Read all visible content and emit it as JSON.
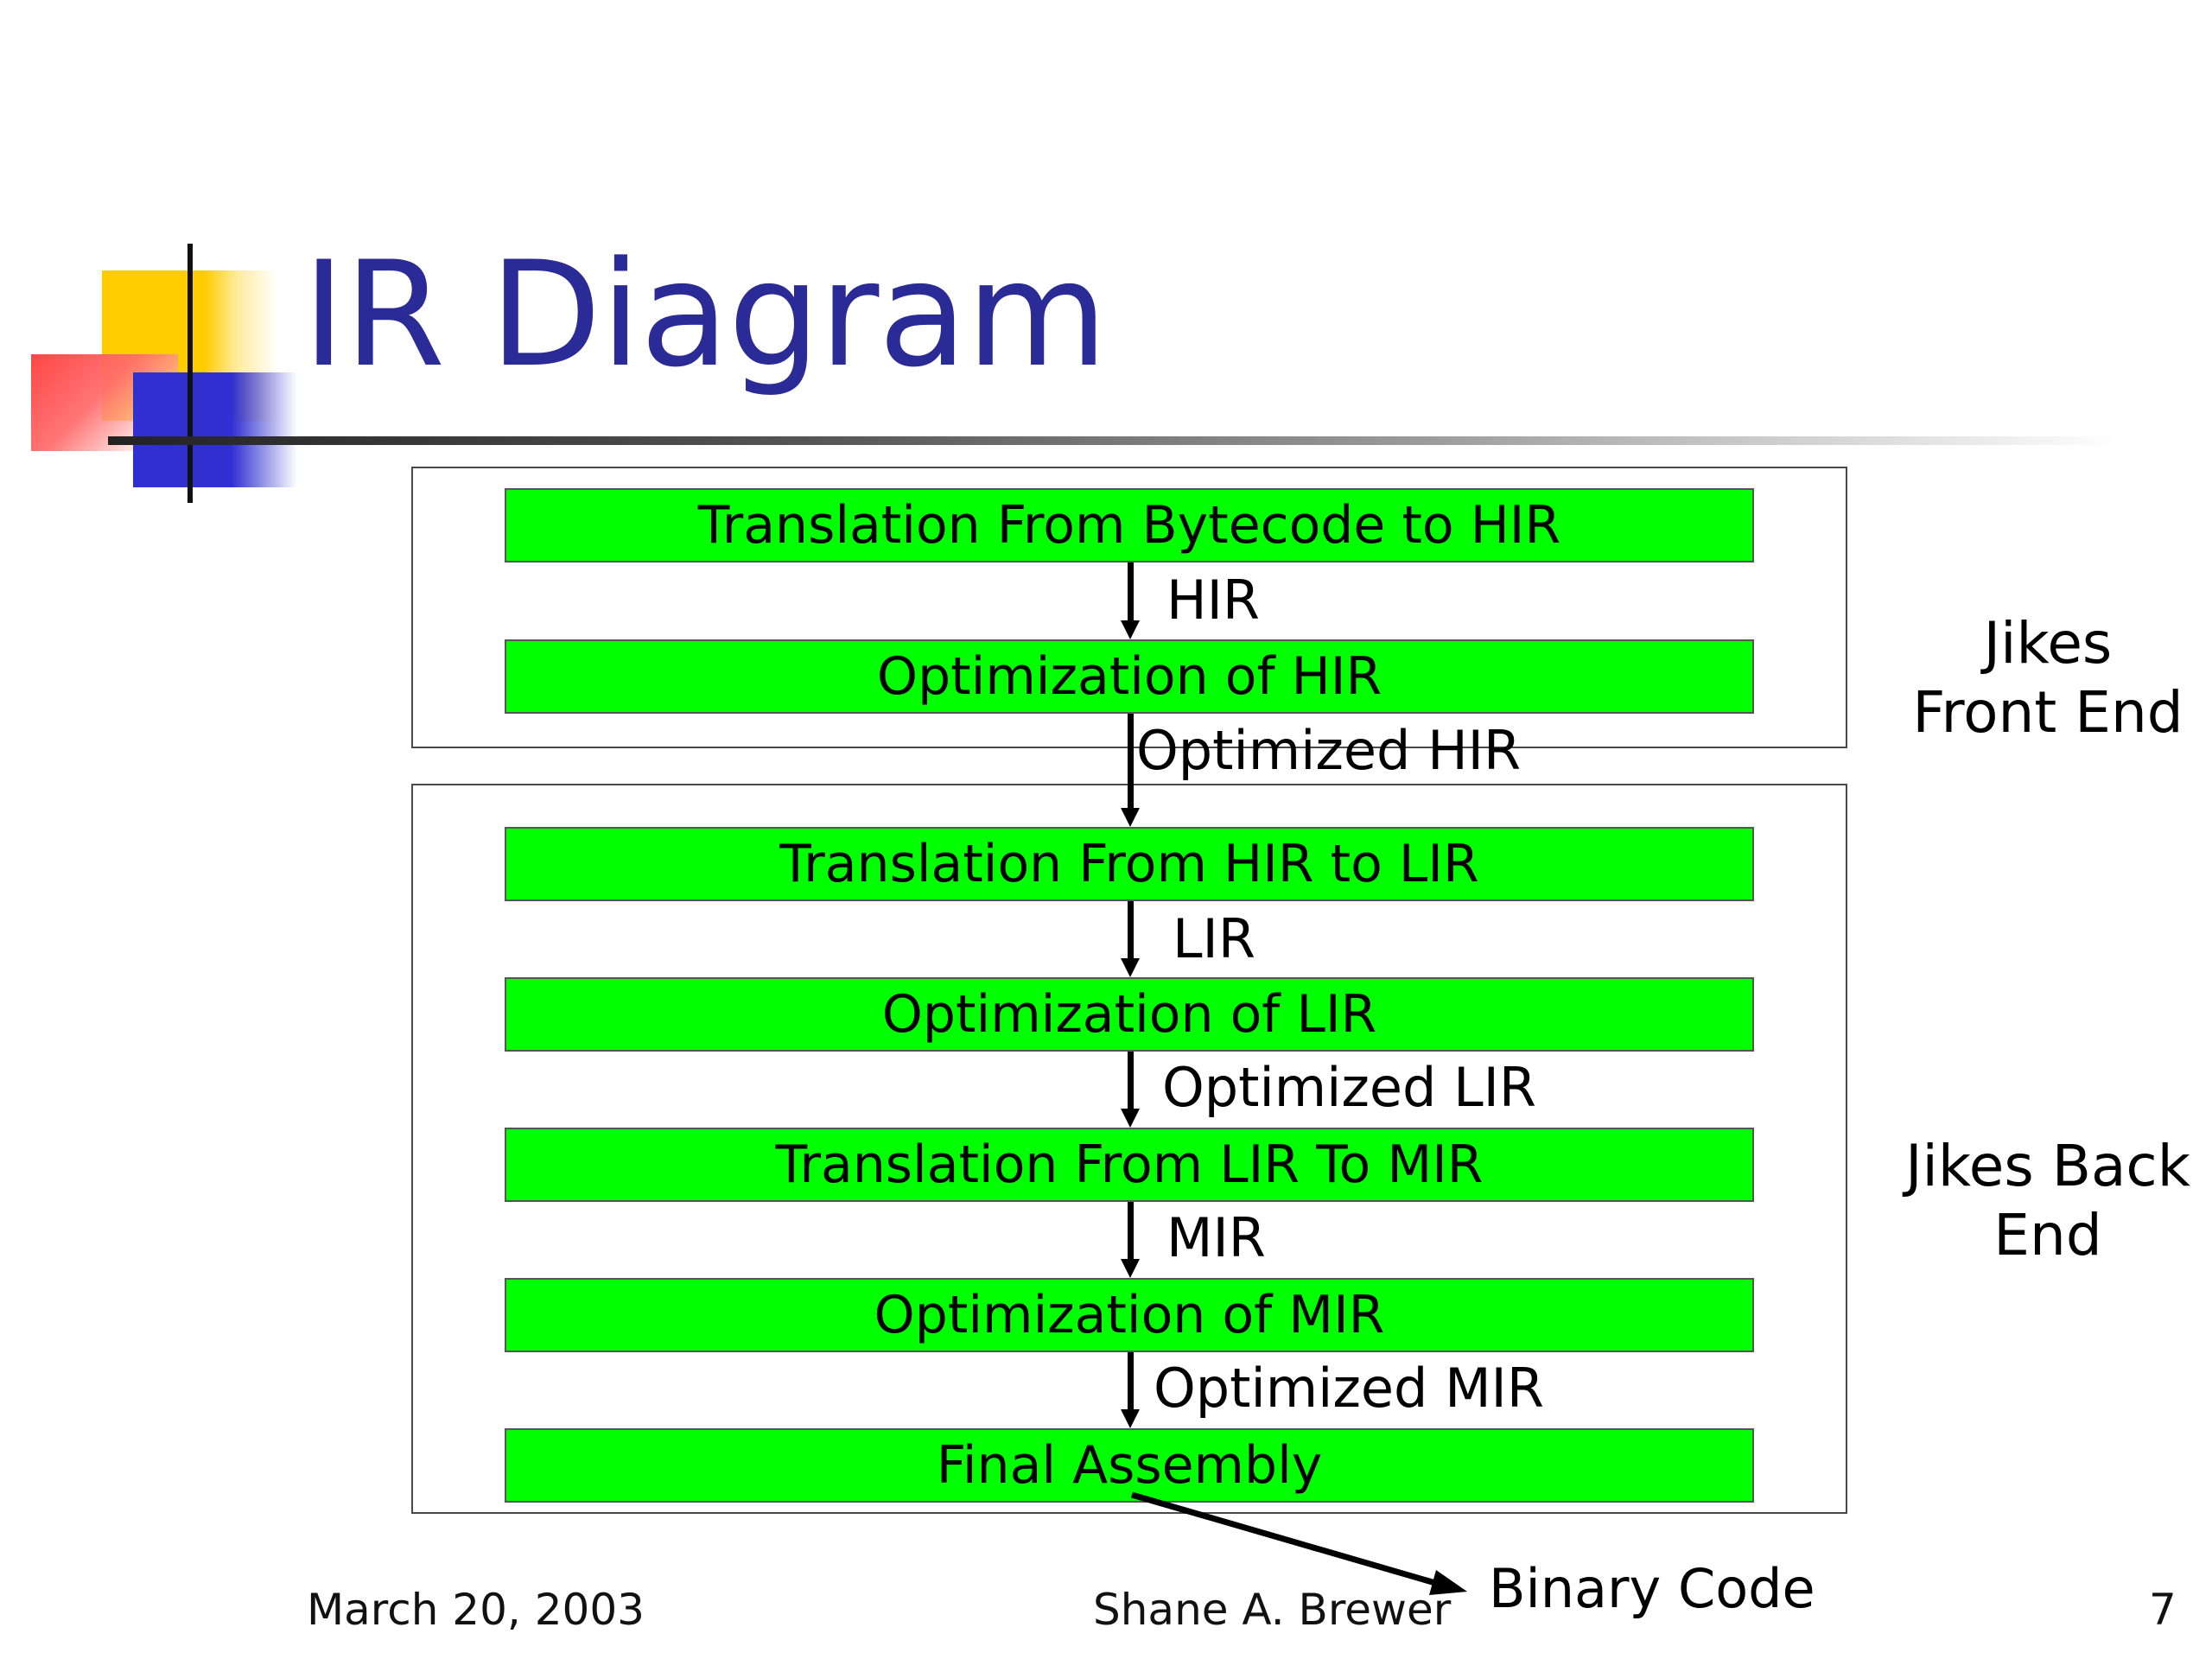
{
  "slide": {
    "title": "IR Diagram",
    "footer": {
      "date": "March 20, 2003",
      "author": "Shane A. Brewer",
      "page_number": "7"
    }
  },
  "groups": {
    "front_end": "Jikes Front End",
    "back_end": "Jikes Back End"
  },
  "pipeline": {
    "stages": [
      "Translation From Bytecode to HIR",
      "Optimization of HIR",
      "Translation From HIR to LIR",
      "Optimization of LIR",
      "Translation From LIR To MIR",
      "Optimization of MIR",
      "Final Assembly"
    ],
    "edges": [
      "HIR",
      "Optimized HIR",
      "LIR",
      "Optimized LIR",
      "MIR",
      "Optimized MIR"
    ],
    "output": "Binary Code"
  },
  "colors": {
    "title": "#2b2b97",
    "stage_fill": "#00ff00"
  }
}
